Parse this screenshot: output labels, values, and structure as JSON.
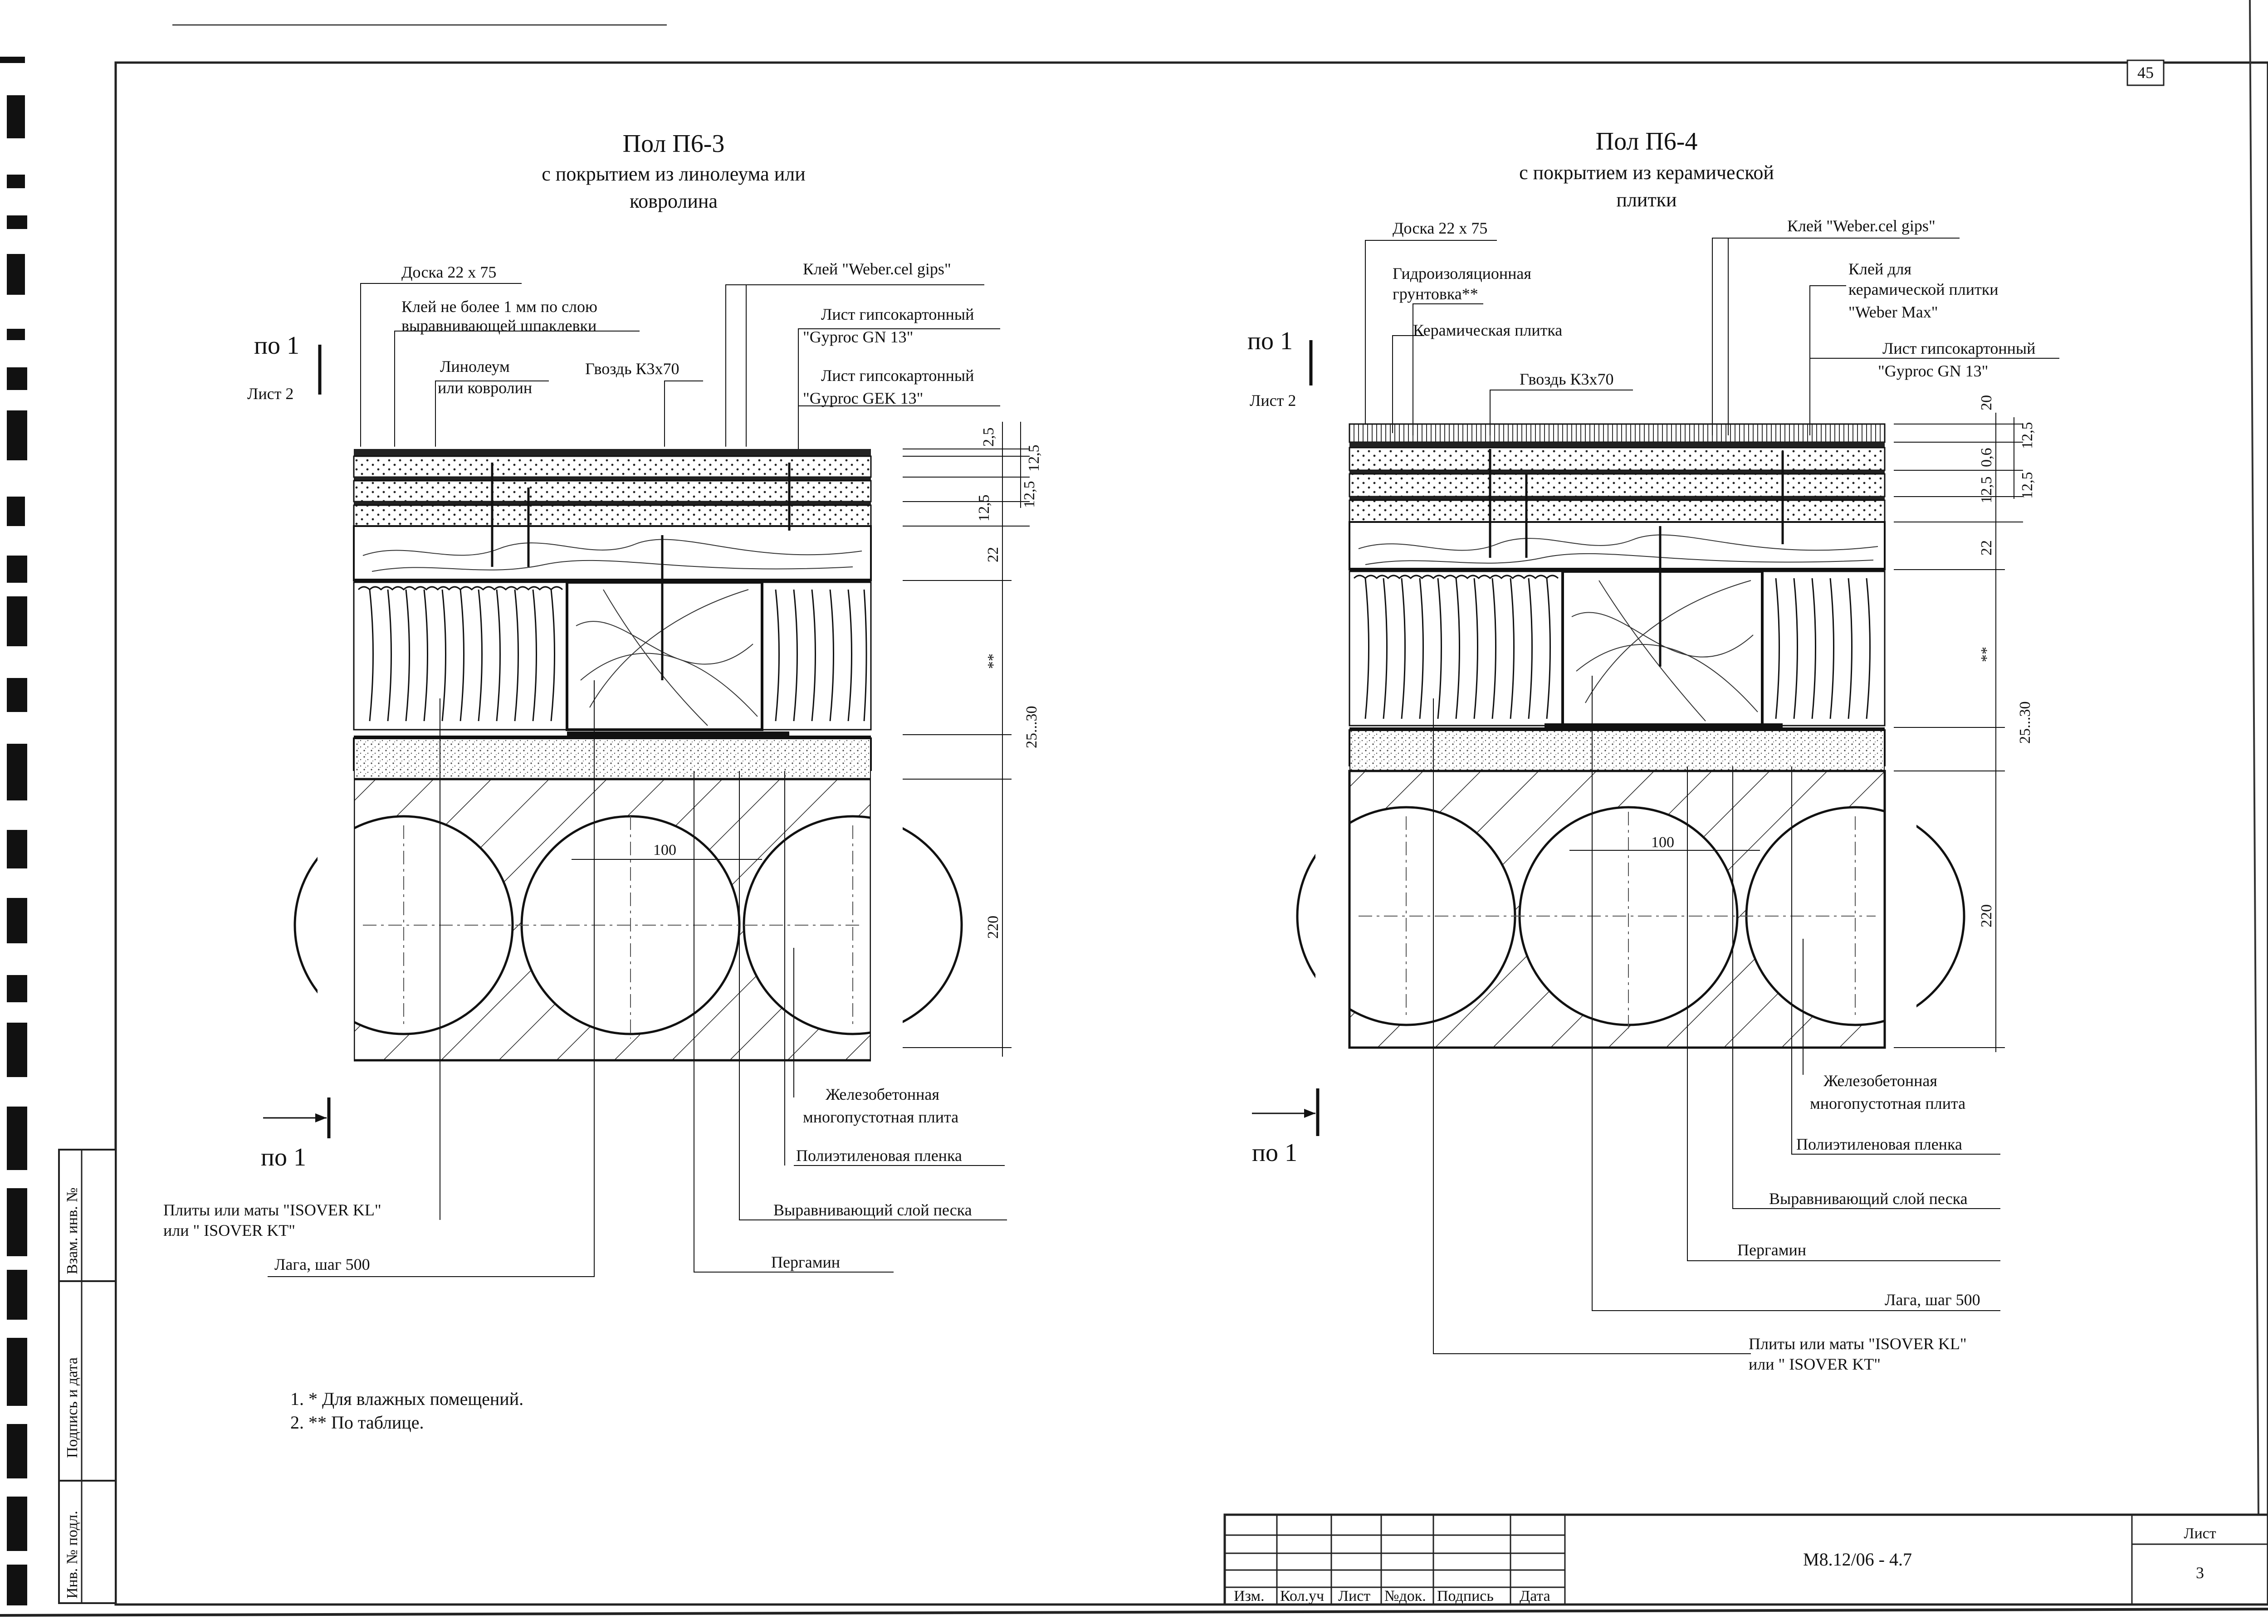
{
  "sheet_number": "45",
  "left_detail": {
    "title": "Пол П6-3",
    "subtitle_1": "с покрытием из линолеума или",
    "subtitle_2": "ковролина",
    "section_marker": "по 1",
    "section_sheet": "Лист 2",
    "labels": {
      "board": "Доска 22 х 75",
      "glue_1": "Клей  не более 1 мм по слою",
      "glue_2": "выравнивающей шпаклевки",
      "linoleum_1": "Линолеум",
      "linoleum_2": "или ковролин",
      "nail": "Гвоздь К3х70",
      "weber_glue": "Клей \"Weber.cel gips\"",
      "gkl_gn_1": "Лист гипсокартонный",
      "gkl_gn_2": "\"Gyproc GN 13\"",
      "gkl_gek_1": "Лист гипсокартонный",
      "gkl_gek_2": "\"Gyproc GEK 13\"",
      "slab_1": "Железобетонная",
      "slab_2": "многопустотная плита",
      "pe_film": "Полиэтиленовая пленка",
      "sand": "Выравнивающий слой песка",
      "pergamin": "Пергамин",
      "joist": "Лага, шаг 500",
      "isover_1": "Плиты или маты  \"ISOVER KL\"",
      "isover_2": "или \" ISOVER KT\""
    },
    "dims": {
      "d1": "2,5",
      "d2": "12,5",
      "d3": "12,5",
      "d4": "12,5",
      "d5": "22",
      "d6": "**",
      "d7": "25...30",
      "d8": "220",
      "d9": "100"
    }
  },
  "right_detail": {
    "title": "Пол П6-4",
    "subtitle_1": "с покрытием из керамической",
    "subtitle_2": "плитки",
    "section_marker": "по 1",
    "section_sheet": "Лист 2",
    "labels": {
      "board": "Доска 22 х 75",
      "weber_glue": "Клей \"Weber.cel gips\"",
      "waterproof_1": "Гидроизоляционная",
      "waterproof_2": "грунтовка**",
      "tile_glue_1": "Клей для",
      "tile_glue_2": "керамической плитки",
      "tile_glue_3": "\"Weber Max\"",
      "tile": "Керамическая плитка",
      "gkl_1": "Лист гипсокартонный",
      "gkl_2": "\"Gyproc GN 13\"",
      "nail": "Гвоздь К3х70",
      "slab_1": "Железобетонная",
      "slab_2": "многопустотная плита",
      "pe_film": "Полиэтиленовая пленка",
      "sand": "Выравнивающий слой песка",
      "pergamin": "Пергамин",
      "joist": "Лага, шаг 500",
      "isover_1": "Плиты или маты  \"ISOVER KL\"",
      "isover_2": "или \" ISOVER KT\""
    },
    "dims": {
      "d1": "20",
      "d2": "12,5",
      "d3": "0,6",
      "d4": "12,5",
      "d5": "12,5",
      "d6": "22",
      "d7": "**",
      "d8": "25...30",
      "d9": "220",
      "d10": "100"
    }
  },
  "notes": {
    "n1": "1. * Для влажных помещений.",
    "n2": "2. ** По таблице."
  },
  "side_stamp": {
    "f1": "Взам. инв. №",
    "f2": "Подпись и дата",
    "f3": "Инв. № подл."
  },
  "title_block": {
    "col_izm": "Изм.",
    "col_kolych": "Кол.уч",
    "col_list": "Лист",
    "col_ndok": "№док.",
    "col_podpis": "Подпись",
    "col_data": "Дата",
    "doc_code": "М8.12/06 - 4.7",
    "list_label": "Лист",
    "list_number": "3"
  }
}
